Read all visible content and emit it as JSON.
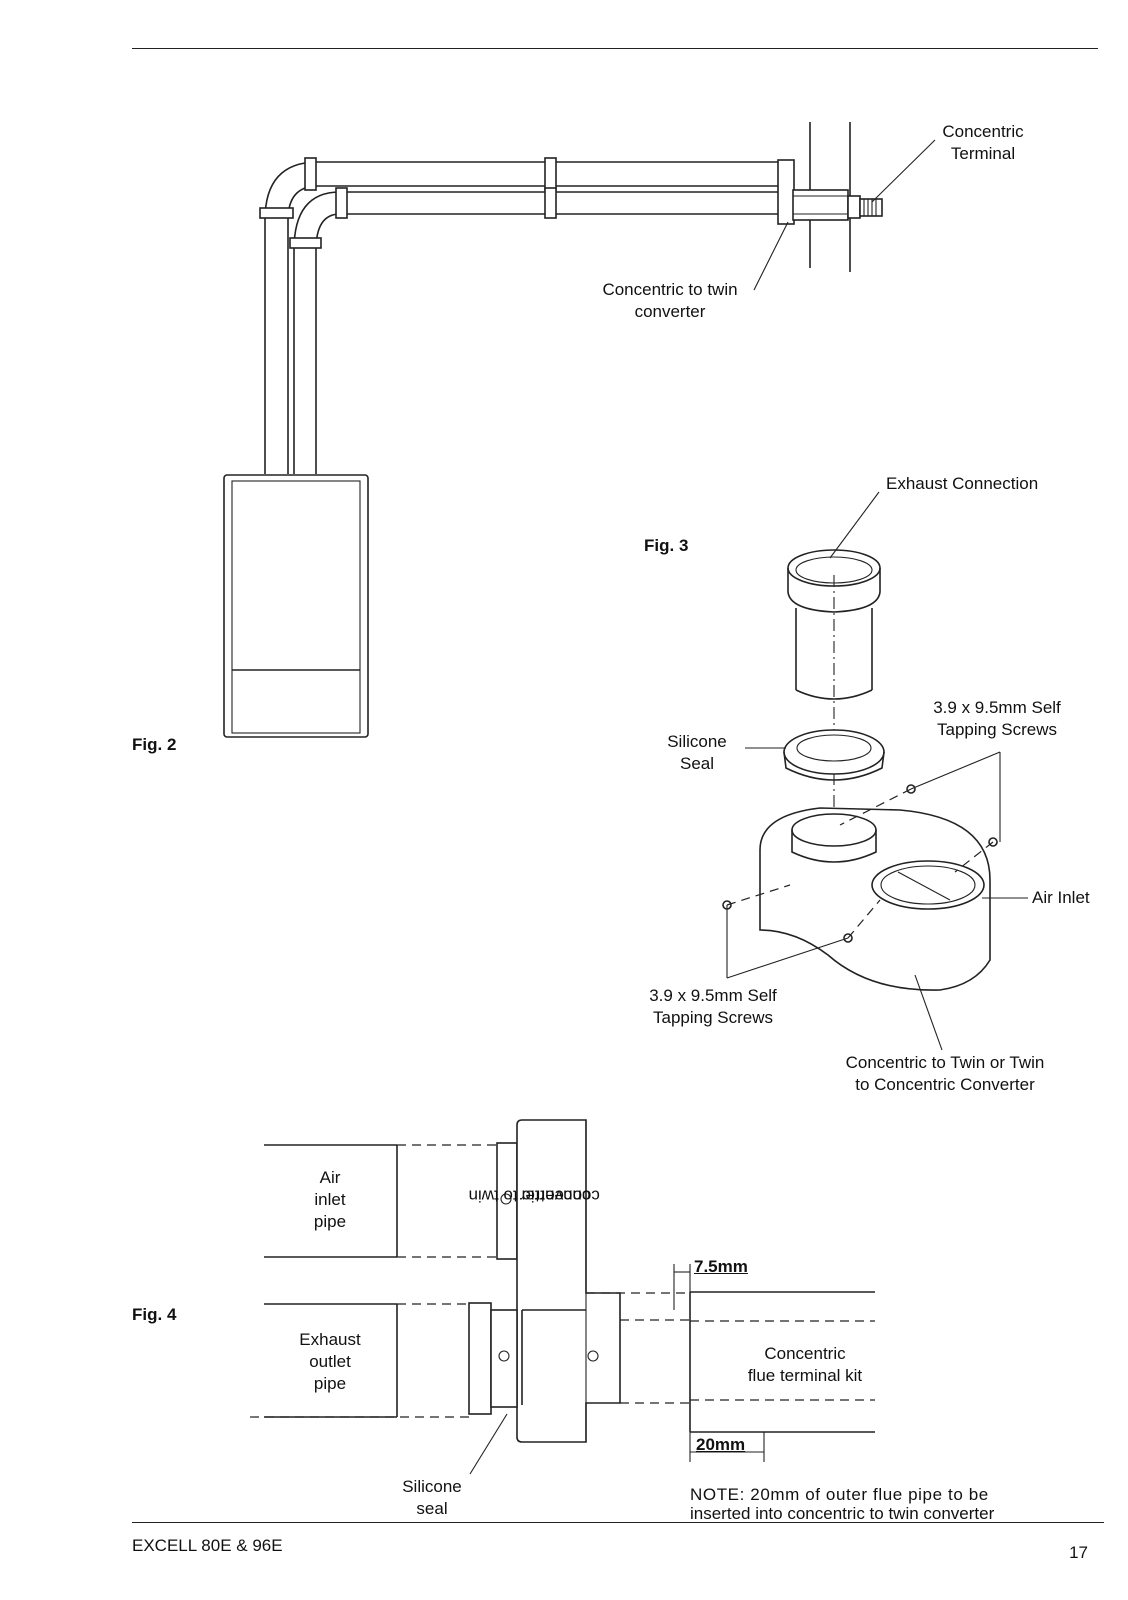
{
  "fig2": {
    "label": "Fig. 2",
    "concentric_terminal": [
      "Concentric",
      "Terminal"
    ],
    "concentric_to_twin": [
      "Concentric to twin",
      "converter"
    ]
  },
  "fig3": {
    "label": "Fig. 3",
    "exhaust_connection": "Exhaust Connection",
    "silicone_seal": [
      "Silicone",
      "Seal"
    ],
    "screws_top": [
      "3.9 x 9.5mm Self",
      "Tapping Screws"
    ],
    "air_inlet": "Air Inlet",
    "screws_bottom": [
      "3.9 x 9.5mm Self",
      "Tapping Screws"
    ],
    "converter": [
      "Concentric to Twin or Twin",
      "to Concentric Converter"
    ]
  },
  "fig4": {
    "label": "Fig. 4",
    "air_inlet_pipe": [
      "Air",
      "inlet",
      "pipe"
    ],
    "exhaust_outlet_pipe": [
      "Exhaust",
      "outlet",
      "pipe"
    ],
    "converter_vertical": [
      "concentric to twin",
      "converter"
    ],
    "dim_7_5": "7.5mm",
    "dim_20": "20mm",
    "flue_kit": [
      "Concentric",
      "flue terminal kit"
    ],
    "silicone_seal": [
      "Silicone",
      "seal"
    ],
    "note": [
      "NOTE: 20mm of outer flue pipe to be",
      "inserted into concentric to twin converter"
    ]
  },
  "footer": {
    "title": "EXCELL 80E & 96E",
    "page_number": "17"
  }
}
